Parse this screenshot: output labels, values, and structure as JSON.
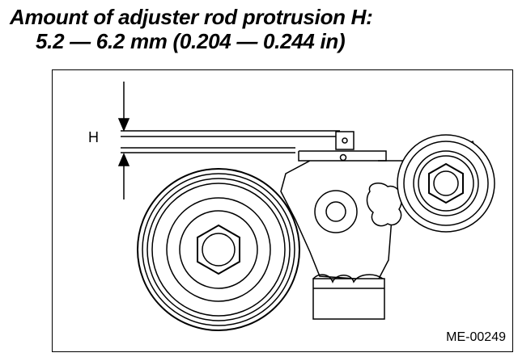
{
  "caption": {
    "line1": "Amount of adjuster rod protrusion H:",
    "line2": "5.2 — 6.2 mm (0.204 — 0.244 in)"
  },
  "diagram": {
    "dimension_label": "H",
    "reference_code": "ME-00249"
  },
  "colors": {
    "ink": "#000000",
    "paper": "#ffffff"
  }
}
